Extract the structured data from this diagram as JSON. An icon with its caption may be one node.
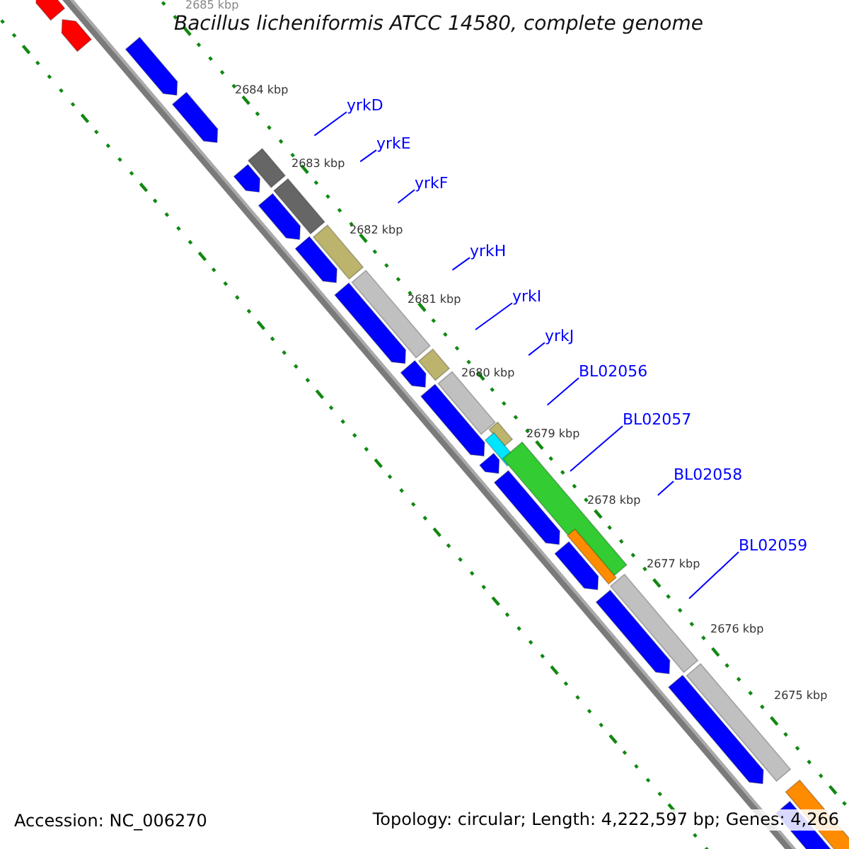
{
  "diagram": {
    "title": "Bacillus licheniformis ATCC 14580, complete genome",
    "nodes": [
      {
        "text": [
          "yrkD"
        ]
      },
      {
        "text": [
          "yrkE"
        ]
      },
      {
        "text": [
          "yrkF"
        ]
      },
      {
        "text": [
          "yrkH"
        ]
      },
      {
        "text": [
          "yrkI"
        ]
      },
      {
        "text": [
          "yrkJ"
        ]
      },
      {
        "text": [
          "BL02056"
        ]
      },
      {
        "text": [
          "BL02057"
        ]
      },
      {
        "text": [
          "BL02058"
        ]
      },
      {
        "text": [
          "BL02059"
        ]
      }
    ],
    "edges": [
      {
        "from": 0,
        "to": null,
        "arrow": "none"
      },
      {
        "from": 1,
        "to": null,
        "arrow": "none"
      },
      {
        "from": 2,
        "to": null,
        "arrow": "none"
      },
      {
        "from": 3,
        "to": null,
        "arrow": "none"
      },
      {
        "from": 4,
        "to": null,
        "arrow": "none"
      },
      {
        "from": 5,
        "to": null,
        "arrow": "none"
      },
      {
        "from": 6,
        "to": null,
        "arrow": "none"
      },
      {
        "from": 7,
        "to": null,
        "arrow": "none"
      },
      {
        "from": 8,
        "to": null,
        "arrow": "none"
      },
      {
        "from": 9,
        "to": null,
        "arrow": "none"
      }
    ],
    "labels": [
      "2685 kbp",
      "2684 kbp",
      "2683 kbp",
      "2682 kbp",
      "2681 kbp",
      "2680 kbp",
      "2679 kbp",
      "2678 kbp",
      "2677 kbp",
      "2676 kbp",
      "2675 kbp",
      "Accession: NC_006270",
      "Topology: circular; Length: 4,222,597 bp; Genes: 4,266"
    ]
  }
}
